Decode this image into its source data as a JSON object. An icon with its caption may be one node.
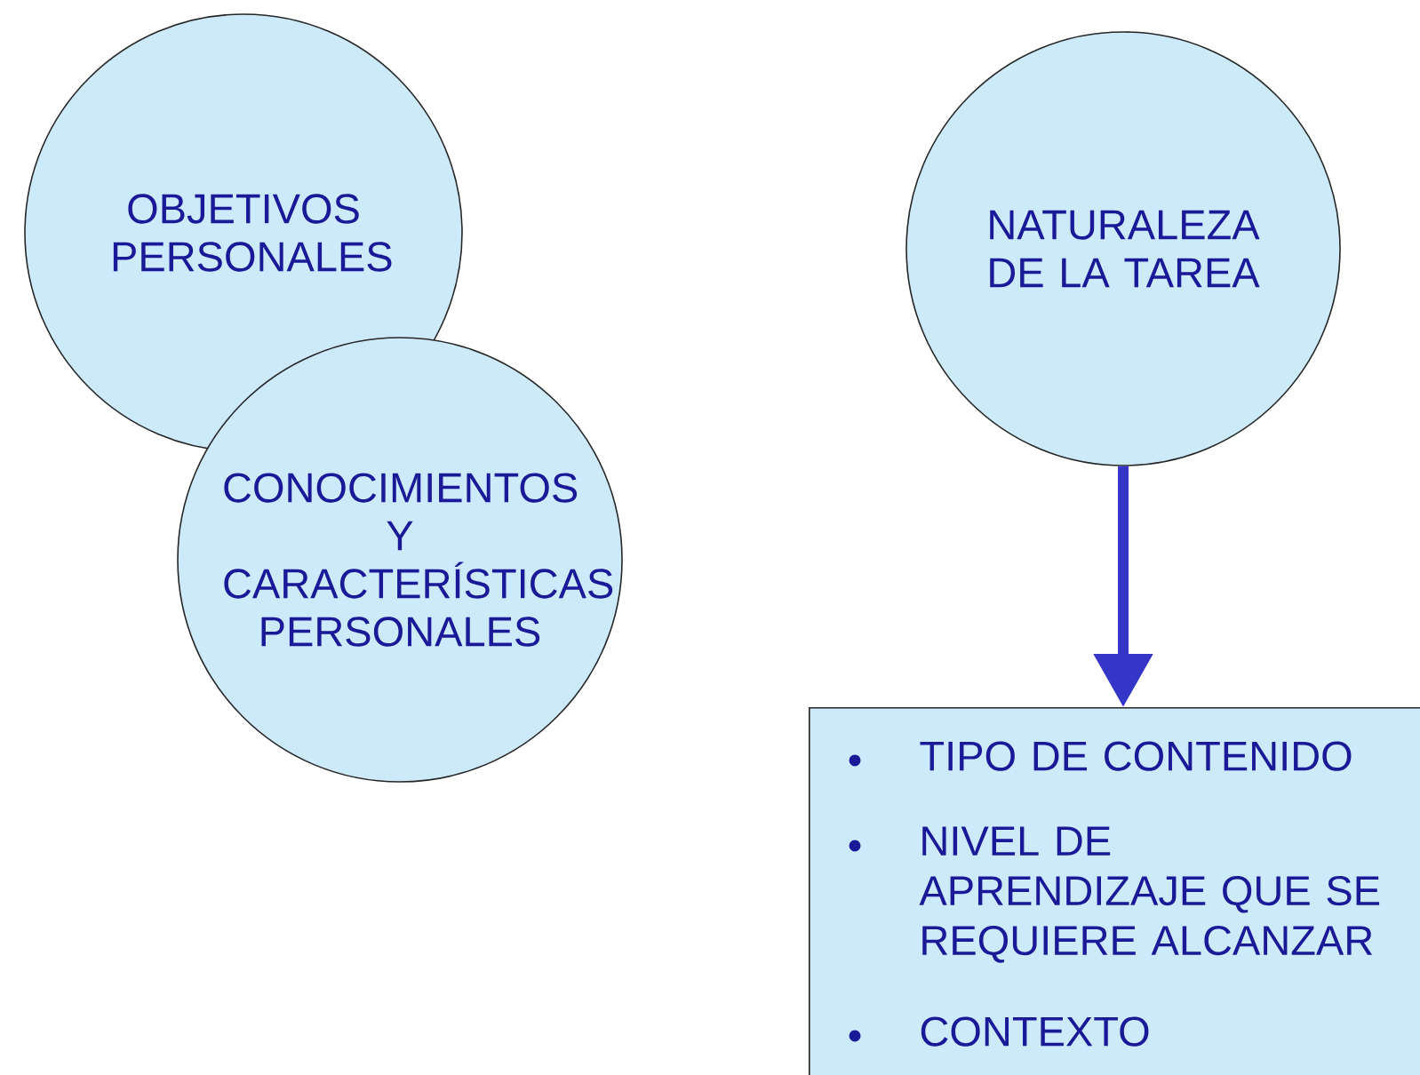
{
  "diagram": {
    "nodes": [
      {
        "text": [
          "OBJETIVOS PERSONALES"
        ]
      },
      {
        "text": [
          "CONOCIMIENTOS Y CARACTERÍSTICAS PERSONALES"
        ]
      },
      {
        "text": [
          "NATURALEZA DE LA TAREA"
        ]
      },
      {
        "text": [
          "TIPO DE CONTENIDO",
          "NIVEL DE APRENDIZAJE QUE SE REQUIERE ALCANZAR",
          "CONTEXTO"
        ]
      }
    ],
    "edges": [
      {
        "from": 2,
        "to": 3,
        "arrow": "to",
        "color": "#3535c8"
      }
    ]
  }
}
